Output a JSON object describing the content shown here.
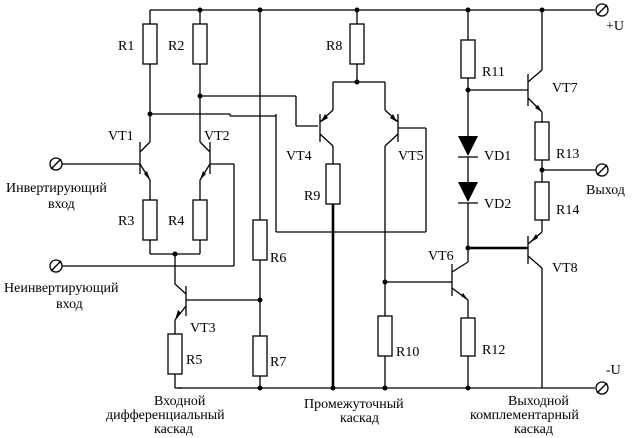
{
  "rails": {
    "plus": "+U",
    "minus": "-U"
  },
  "terminals": {
    "inverting": "Инвертирующий вход",
    "noninverting": "Неинвертирующий вход",
    "output": "Выход"
  },
  "resistors": [
    "R1",
    "R2",
    "R3",
    "R4",
    "R5",
    "R6",
    "R7",
    "R8",
    "R9",
    "R10",
    "R11",
    "R12",
    "R13",
    "R14"
  ],
  "transistors": [
    "VT1",
    "VT2",
    "VT3",
    "VT4",
    "VT5",
    "VT6",
    "VT7",
    "VT8"
  ],
  "diodes": [
    "VD1",
    "VD2"
  ],
  "labels": {
    "R1": "R1",
    "R2": "R2",
    "R3": "R3",
    "R4": "R4",
    "R5": "R5",
    "R6": "R6",
    "R7": "R7",
    "R8": "R8",
    "R9": "R9",
    "R10": "R10",
    "R11": "R11",
    "R12": "R12",
    "R13": "R13",
    "R14": "R14",
    "VT1": "VT1",
    "VT2": "VT2",
    "VT3": "VT3",
    "VT4": "VT4",
    "VT5": "VT5",
    "VT6": "VT6",
    "VT7": "VT7",
    "VT8": "VT8",
    "VD1": "VD1",
    "VD2": "VD2"
  },
  "terminal_lines": {
    "inverting": [
      "Инвертирующий",
      "вход"
    ],
    "noninverting": [
      "Неинвертирующий",
      "вход"
    ],
    "output": "Выход"
  },
  "stages": {
    "input": [
      "Входной",
      "дифференциальный",
      "каскад"
    ],
    "intermediate": [
      "Промежуточный",
      "каскад"
    ],
    "output": [
      "Выходной",
      "комплементарный",
      "каскад"
    ]
  }
}
